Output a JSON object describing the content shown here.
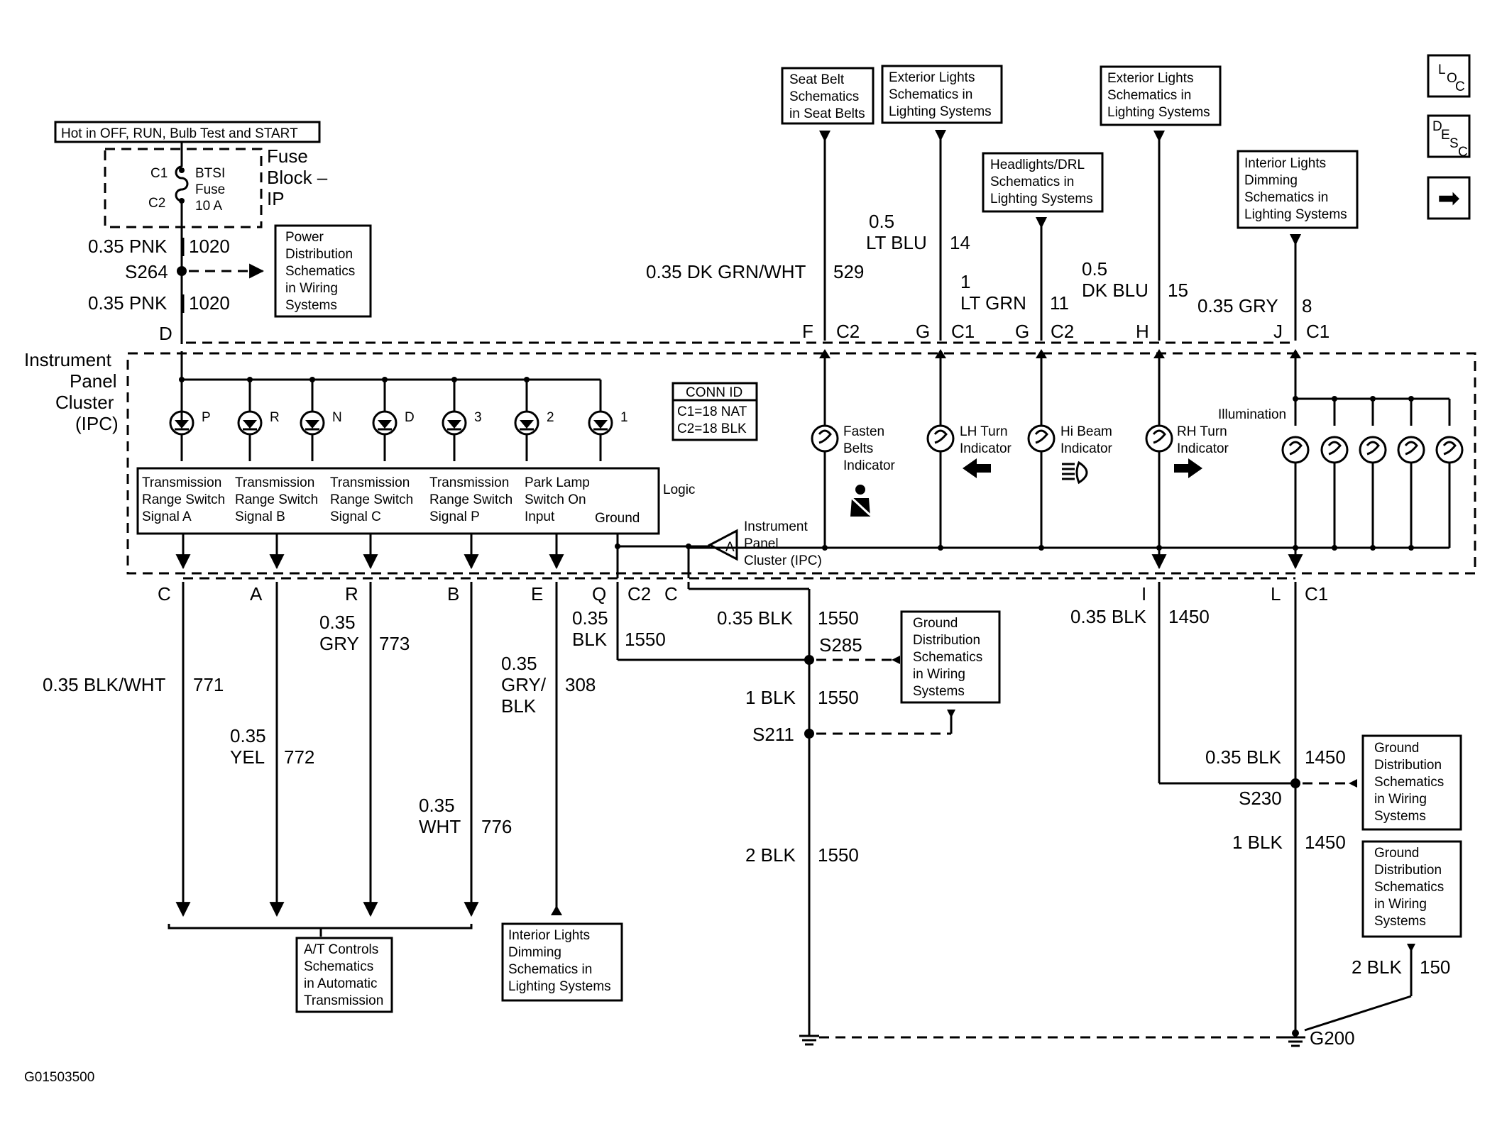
{
  "header": {
    "hot_in": "Hot in OFF, RUN, Bulb Test and START"
  },
  "nav_icons": {
    "loc": [
      "L",
      "O",
      "C"
    ],
    "desc": [
      "D",
      "E",
      "S",
      "C"
    ],
    "next": "➡"
  },
  "fuse": {
    "c1": "C1",
    "c2": "C2",
    "name_lines": [
      "BTSI",
      "Fuse",
      "10 A"
    ],
    "block_lines": [
      "Fuse",
      "Block –",
      "IP"
    ]
  },
  "refs": {
    "power_dist": [
      "Power",
      "Distribution",
      "Schematics",
      "in Wiring",
      "Systems"
    ],
    "seat_belt": [
      "Seat Belt",
      "Schematics",
      "in Seat Belts"
    ],
    "ext_lights_1": [
      "Exterior Lights",
      "Schematics in",
      "Lighting Systems"
    ],
    "headlights": [
      "Headlights/DRL",
      "Schematics in",
      "Lighting Systems"
    ],
    "ext_lights_2": [
      "Exterior Lights",
      "Schematics in",
      "Lighting Systems"
    ],
    "int_dimming_top": [
      "Interior Lights",
      "Dimming",
      "Schematics in",
      "Lighting Systems"
    ],
    "ground_dist_1": [
      "Ground",
      "Distribution",
      "Schematics",
      "in Wiring",
      "Systems"
    ],
    "ground_dist_2": [
      "Ground",
      "Distribution",
      "Schematics",
      "in Wiring",
      "Systems"
    ],
    "ground_dist_3": [
      "Ground",
      "Distribution",
      "Schematics",
      "in Wiring",
      "Systems"
    ],
    "at_controls": [
      "A/T Controls",
      "Schematics",
      "in Automatic",
      "Transmission"
    ],
    "int_dimming_bottom": [
      "Interior Lights",
      "Dimming",
      "Schematics in",
      "Lighting Systems"
    ]
  },
  "ipc": {
    "label": [
      "Instrument",
      "Panel",
      "Cluster",
      "(IPC)"
    ],
    "conn_id_title": "CONN ID",
    "conn_id_lines": [
      "C1=18 NAT",
      "C2=18 BLK"
    ],
    "logic": "Logic",
    "ground": "Ground",
    "ground_ref": [
      "Instrument",
      "Panel",
      "Cluster (IPC)"
    ],
    "ground_ref_letter": "A",
    "illumination": "Illumination",
    "leds": [
      "P",
      "R",
      "N",
      "D",
      "3",
      "2",
      "1"
    ],
    "inputs": [
      [
        "Transmission",
        "Range Switch",
        "Signal A"
      ],
      [
        "Transmission",
        "Range Switch",
        "Signal B"
      ],
      [
        "Transmission",
        "Range Switch",
        "Signal C"
      ],
      [
        "Transmission",
        "Range Switch",
        "Signal P"
      ],
      [
        "Park Lamp",
        "Switch On",
        "Input"
      ]
    ],
    "indicators": {
      "fasten": [
        "Fasten",
        "Belts",
        "Indicator"
      ],
      "lh_turn": [
        "LH Turn",
        "Indicator"
      ],
      "hi_beam": [
        "Hi Beam",
        "Indicator"
      ],
      "rh_turn": [
        "RH Turn",
        "Indicator"
      ]
    }
  },
  "top_circuits": {
    "pnk1_color": "0.35 PNK",
    "pnk1_num": "1020",
    "s264": "S264",
    "pnk2_color": "0.35 PNK",
    "pnk2_num": "1020",
    "pin_d": "D",
    "f_color": "0.35 DK GRN/WHT",
    "f_num": "529",
    "f_pin": "F",
    "f_conn": "C2",
    "g1_color": [
      "0.5",
      "LT BLU"
    ],
    "g1_num": "14",
    "g1_pin": "G",
    "g1_conn": "C1",
    "g2_color": [
      "1",
      "LT GRN"
    ],
    "g2_num": "11",
    "g2_pin": "G",
    "g2_conn": "C2",
    "h_color": [
      "0.5",
      "DK BLU"
    ],
    "h_num": "15",
    "h_pin": "H",
    "j_color": "0.35 GRY",
    "j_num": "8",
    "j_pin": "J",
    "j_conn": "C1"
  },
  "bottom_circuits": {
    "pin_c": "C",
    "pin_a": "A",
    "pin_r": "R",
    "pin_b": "B",
    "pin_e": "E",
    "pin_q": "Q",
    "conn_c2": "C2",
    "pin_c2": "C",
    "pin_i": "I",
    "pin_l": "L",
    "conn_c1": "C1",
    "c_color": "0.35 BLK/WHT",
    "c_num": "771",
    "a_color": [
      "0.35",
      "YEL"
    ],
    "a_num": "772",
    "r_color": [
      "0.35",
      "GRY"
    ],
    "r_num": "773",
    "b_color": [
      "0.35",
      "WHT"
    ],
    "b_num": "776",
    "e_color": [
      "0.35",
      "GRY/",
      "BLK"
    ],
    "e_num": "308",
    "q_color": [
      "0.35",
      "BLK"
    ],
    "q_num": "1550",
    "c2_color": "0.35 BLK",
    "c2_num": "1550",
    "s285": "S285",
    "blk1_color": "1 BLK",
    "blk1_num": "1550",
    "s211": "S211",
    "blk2_color": "2 BLK",
    "blk2_num": "1550",
    "i_color": "0.35 BLK",
    "i_num": "1450",
    "s230_color": "0.35 BLK",
    "s230_num": "1450",
    "s230": "S230",
    "l_color": "1 BLK",
    "l_num": "1450",
    "g_color": "2 BLK",
    "g_num": "150",
    "g200": "G200"
  },
  "figure_id": "G01503500"
}
